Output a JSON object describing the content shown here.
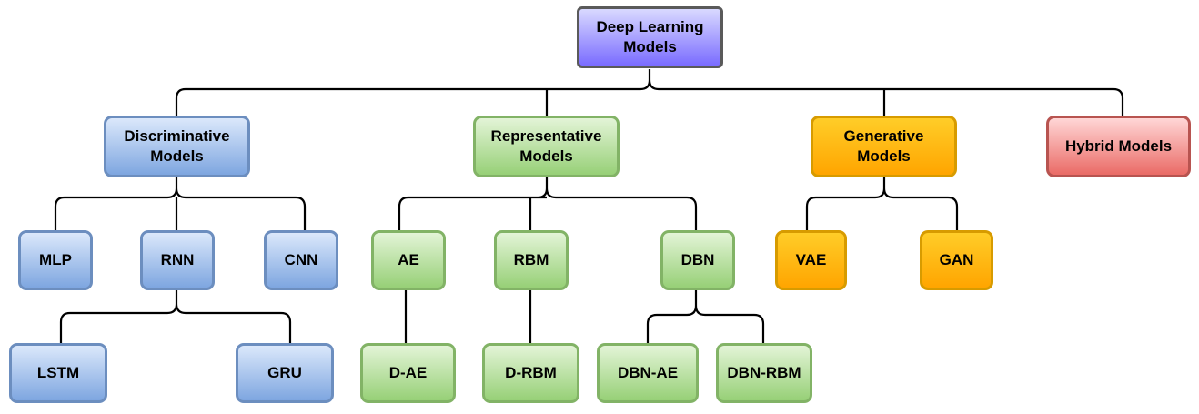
{
  "root": {
    "label": "Deep Learning\nModels"
  },
  "categories": {
    "discriminative": {
      "label": "Discriminative\nModels"
    },
    "representative": {
      "label": "Representative\nModels"
    },
    "generative": {
      "label": "Generative\nModels"
    },
    "hybrid": {
      "label": "Hybrid Models"
    }
  },
  "models": {
    "mlp": "MLP",
    "rnn": "RNN",
    "cnn": "CNN",
    "lstm": "LSTM",
    "gru": "GRU",
    "ae": "AE",
    "rbm": "RBM",
    "dbn": "DBN",
    "d_ae": "D-AE",
    "d_rbm": "D-RBM",
    "dbn_ae": "DBN-AE",
    "dbn_rbm": "DBN-RBM",
    "vae": "VAE",
    "gan": "GAN"
  },
  "colors": {
    "root": "#7a6cff",
    "discriminative": "#7ea6e0",
    "representative": "#97d077",
    "generative": "#ffa500",
    "hybrid": "#ea6b66"
  }
}
